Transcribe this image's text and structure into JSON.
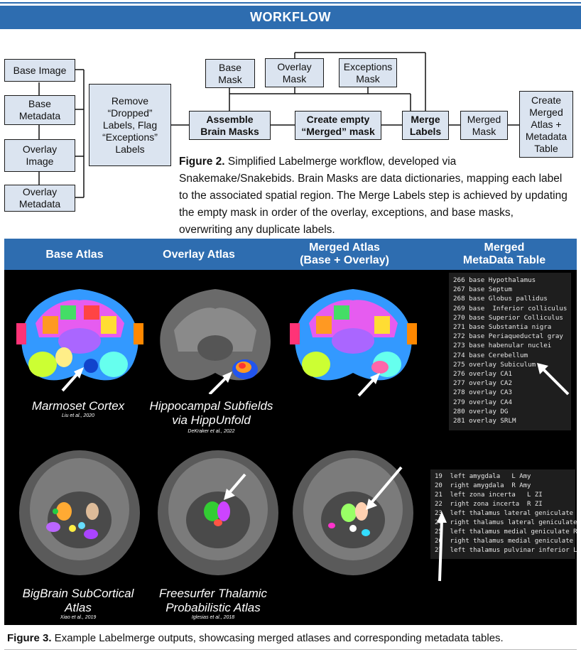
{
  "banner": {
    "title": "WORKFLOW"
  },
  "workflow": {
    "inputs": [
      "Base Image",
      "Base\nMetadata",
      "Overlay\nImage",
      "Overlay\nMetadata"
    ],
    "remove": "Remove\n“Dropped”\nLabels, Flag\n“Exceptions”\nLabels",
    "masks": [
      "Base\nMask",
      "Overlay\nMask",
      "Exceptions\nMask"
    ],
    "assemble": "Assemble\nBrain Masks",
    "create_empty": "Create empty\n“Merged” mask",
    "merge": "Merge\nLabels",
    "merged_mask": "Merged\nMask",
    "create_merged": "Create\nMerged\nAtlas +\nMetadata\nTable"
  },
  "figure2": {
    "label": "Figure 2.",
    "text": " Simplified Labelmerge workflow, developed via Snakemake/Snakebids. Brain Masks are data dictionaries, mapping each label to the associated spatial region. The Merge Labels step is achieved by updating the empty mask in order of the overlay, exceptions, and base masks, overwriting any duplicate labels."
  },
  "columns": {
    "base": "Base Atlas",
    "overlay": "Overlay Atlas",
    "merged": "Merged Atlas\n(Base + Overlay)",
    "table": "Merged\nMetaData Table"
  },
  "row1": {
    "base_name": "Marmoset Cortex",
    "base_cite": "Liu et al., 2020",
    "overlay_name": "Hippocampal Subfields\nvia HippUnfold",
    "overlay_cite": "DeKraker et al., 2022",
    "table": [
      "266 base Hypothalamus",
      "267 base Septum",
      "268 base Globus pallidus",
      "269 base  Inferior colliculus",
      "270 base Superior Colliculus",
      "271 base Substantia nigra",
      "272 base Periaqueductal gray",
      "273 base habenular nuclei",
      "274 base Cerebellum",
      "275 overlay Subiculum",
      "276 overlay CA1",
      "277 overlay CA2",
      "278 overlay CA3",
      "279 overlay CA4",
      "280 overlay DG",
      "281 overlay SRLM"
    ]
  },
  "row2": {
    "base_name": "BigBrain SubCortical\nAtlas",
    "base_cite": "Xiao et al., 2019",
    "overlay_name": "Freesurfer Thalamic\nProbabilistic Atlas",
    "overlay_cite": "Iglesias et al., 2018",
    "table": [
      "19  left amygdala   L Amy",
      "20  right amygdala  R Amy",
      "21  left zona incerta   L ZI",
      "22  right zona incerta  R ZI",
      "23  left thalamus lateral geniculate",
      "24  right thalamus lateral geniculate",
      "25  left thalamus medial geniculate R",
      "26  right thalamus medial geniculate",
      "27  left thalamus pulvinar inferior L"
    ]
  },
  "figure3": {
    "label": "Figure 3.",
    "text": " Example Labelmerge outputs, showcasing merged atlases and corresponding metadata tables."
  }
}
